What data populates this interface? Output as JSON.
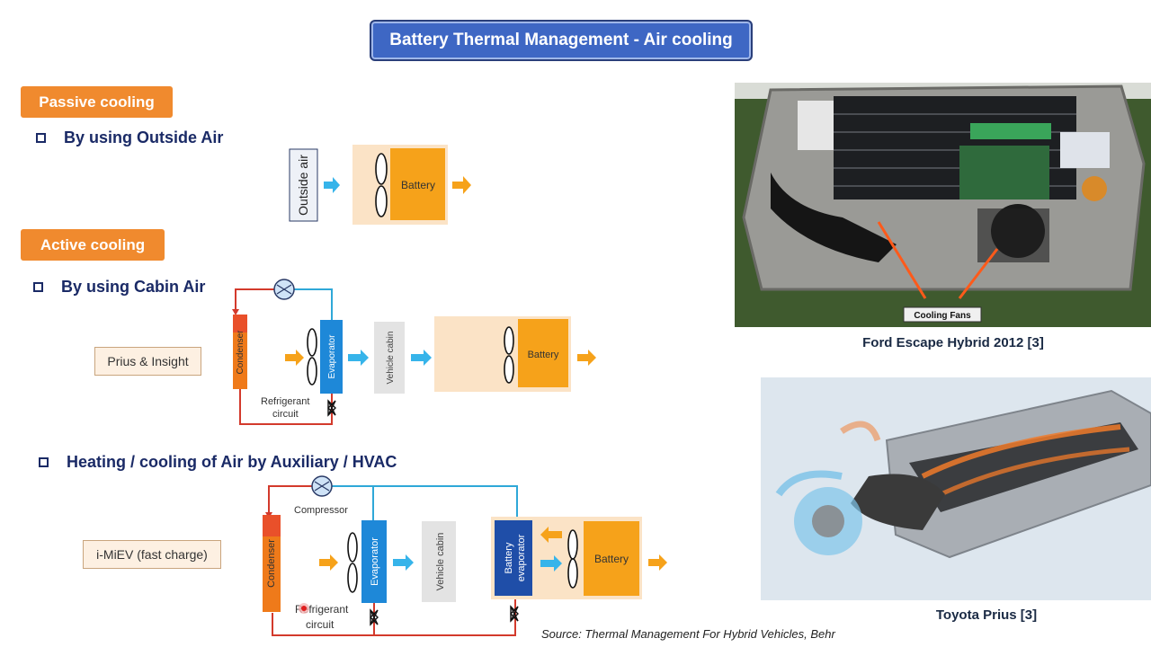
{
  "title": "Battery Thermal Management - Air cooling",
  "passive": {
    "tag": "Passive cooling",
    "bullet": "By using Outside Air",
    "outside_air": "Outside air",
    "battery": "Battery"
  },
  "active": {
    "tag": "Active cooling",
    "cabin": {
      "bullet": "By using Cabin Air",
      "example": "Prius & Insight",
      "condenser": "Condenser",
      "evaporator": "Evaporator",
      "vehicle_cabin": "Vehicle cabin",
      "battery": "Battery",
      "refrigerant_1": "Refrigerant",
      "refrigerant_2": "circuit"
    },
    "hvac": {
      "bullet": "Heating / cooling of Air by Auxiliary / HVAC",
      "example": "i-MiEV (fast charge)",
      "compressor": "Compressor",
      "condenser": "Condenser",
      "evaporator": "Evaporator",
      "vehicle_cabin": "Vehicle cabin",
      "battery_evap_1": "Battery",
      "battery_evap_2": "evaporator",
      "battery": "Battery",
      "refrigerant_1": "Refrigerant",
      "refrigerant_2": "circuit"
    }
  },
  "photos": {
    "ford_caption": "Ford Escape Hybrid 2012 [3]",
    "ford_callout": "Cooling Fans",
    "prius_caption": "Toyota Prius [3]"
  },
  "source": "Source: Thermal Management For Hybrid Vehicles, Behr",
  "colors": {
    "title_bg": "#3e67c4",
    "tag_orange": "#f08a2e",
    "battery_orange": "#f6a21a",
    "evaporator_blue": "#1e88d8",
    "flow_blue": "#36b4ea",
    "refrigerant_red": "#d33a2c",
    "refrigerant_cyan": "#2fa8d8"
  }
}
